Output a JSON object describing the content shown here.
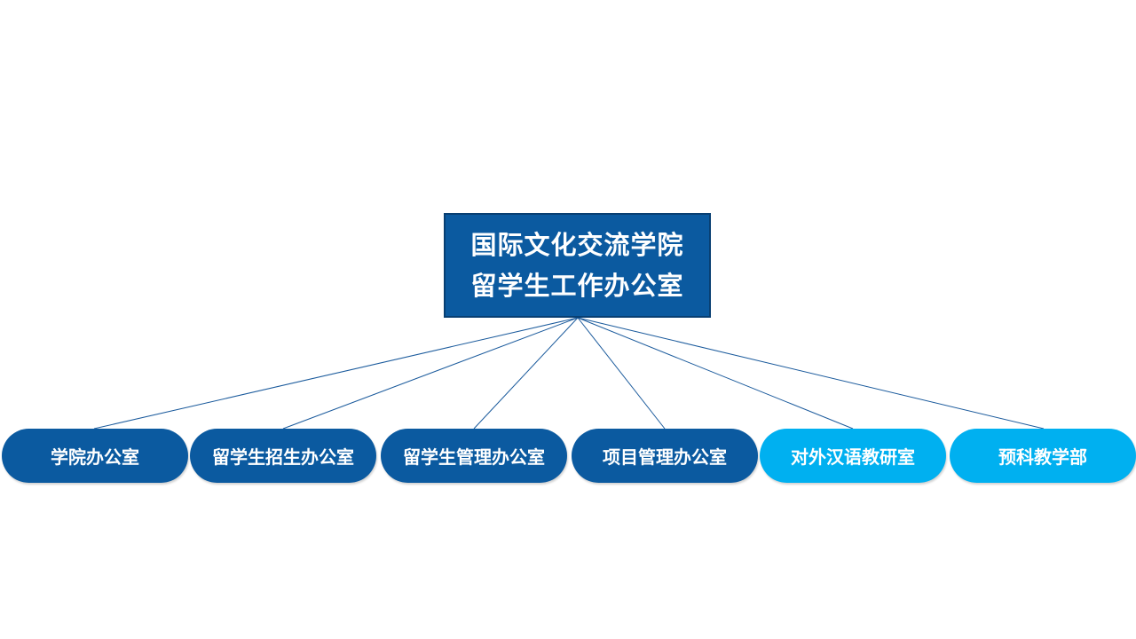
{
  "root": {
    "line1": "国际文化交流学院",
    "line2": "留学生工作办公室"
  },
  "children": [
    {
      "label": "学院办公室",
      "variant": "dark"
    },
    {
      "label": "留学生招生办公室",
      "variant": "dark"
    },
    {
      "label": "留学生管理办公室",
      "variant": "dark"
    },
    {
      "label": "项目管理办公室",
      "variant": "dark"
    },
    {
      "label": "对外汉语教研室",
      "variant": "light"
    },
    {
      "label": "预科教学部",
      "variant": "light"
    }
  ],
  "colors": {
    "dark": "#0b5aa0",
    "light": "#00b0f0",
    "connector": "#1a5a9c"
  }
}
